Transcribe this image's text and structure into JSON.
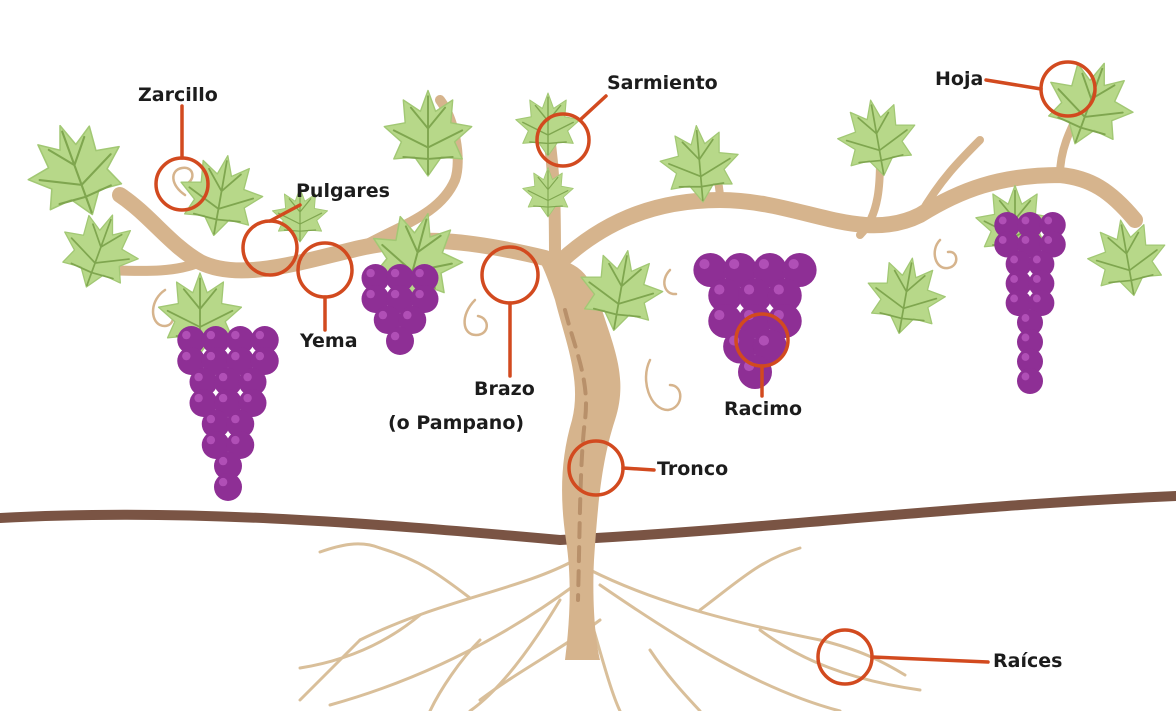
{
  "labels": {
    "zarcillo": "Zarcillo",
    "pulgares": "Pulgares",
    "yema": "Yema",
    "brazo_line1": "Brazo",
    "brazo_line2": "(o Pampano)",
    "sarmiento": "Sarmiento",
    "hoja": "Hoja",
    "racimo": "Racimo",
    "tronco": "Tronco",
    "raices": "Raíces"
  },
  "colors": {
    "callout": "#d24a1f",
    "vine": "#d6b48d",
    "trunk_shade": "#b8906a",
    "soil": "#7a5444",
    "leaf": "#b7d889",
    "leaf_vein": "#7fa64f",
    "grape": "#8e2f95",
    "grape_highlight": "#b04fb6",
    "root": "#d9bf9a"
  }
}
